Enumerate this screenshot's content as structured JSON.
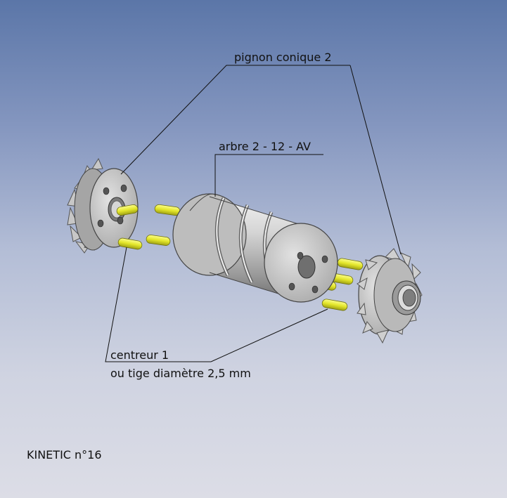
{
  "labels": {
    "pinion": "pignon conique 2",
    "shaft": "arbre 2 - 12 - AV",
    "pin_line1": "centreur 1",
    "pin_line2": "ou tige diamètre 2,5 mm",
    "footer": "KINETIC n°16"
  },
  "colors": {
    "pin": "#e3e62a",
    "metal": "#c8c8c8",
    "line": "#111111"
  }
}
